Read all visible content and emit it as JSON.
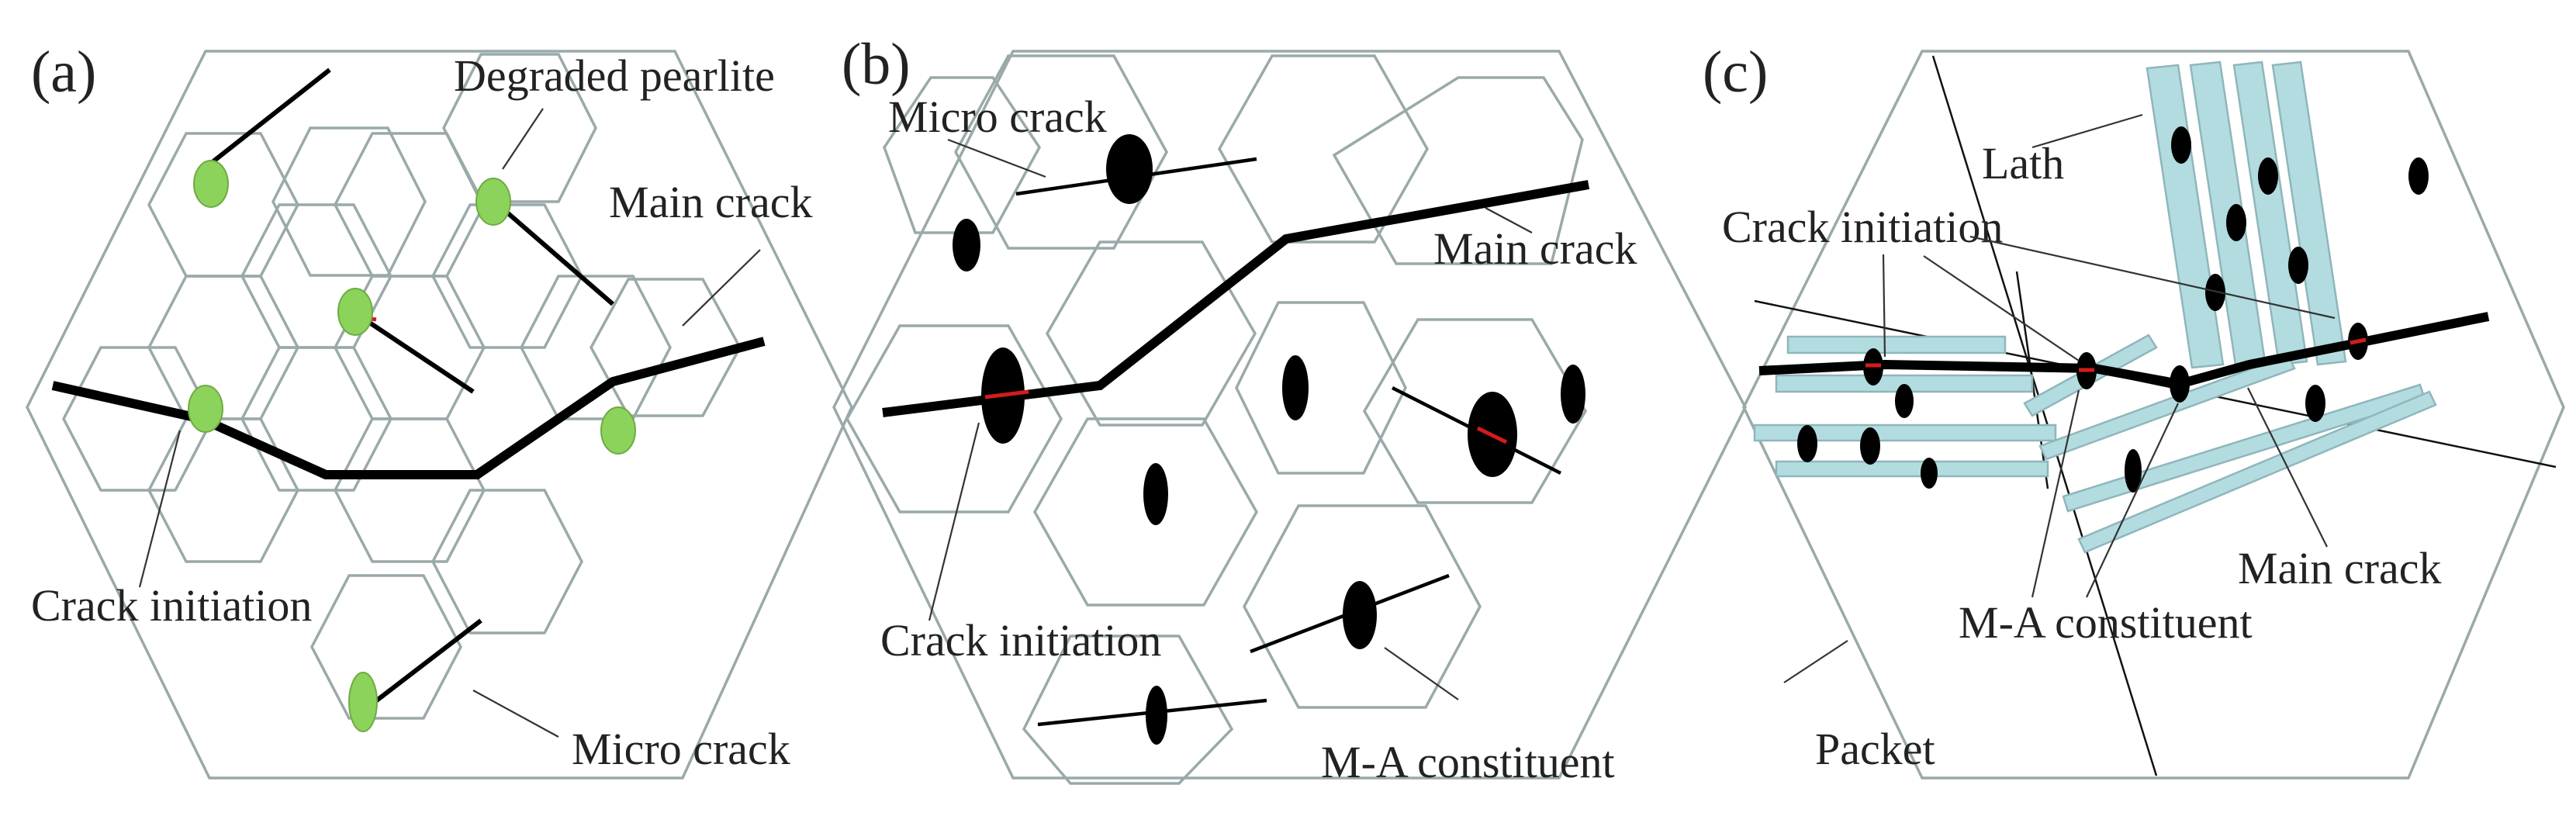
{
  "panels": {
    "a": {
      "label": "(a)",
      "annotations": {
        "degraded_pearlite": "Degraded pearlite",
        "main_crack": "Main crack",
        "crack_initiation": "Crack initiation",
        "micro_crack": "Micro crack"
      }
    },
    "b": {
      "label": "(b)",
      "annotations": {
        "micro_crack": "Micro crack",
        "main_crack": "Main crack",
        "crack_initiation": "Crack initiation",
        "ma_constituent": "M-A constituent"
      }
    },
    "c": {
      "label": "(c)",
      "annotations": {
        "lath": "Lath",
        "crack_initiation": "Crack initiation",
        "main_crack": "Main crack",
        "ma_constituent": "M-A constituent",
        "packet": "Packet"
      }
    }
  },
  "colors": {
    "grain_boundary": "#9aa9a9",
    "degraded_pearlite": "#8bd35a",
    "lath": "#b3dce0",
    "crack": "#000000",
    "crack_tip": "#d21c1c"
  }
}
